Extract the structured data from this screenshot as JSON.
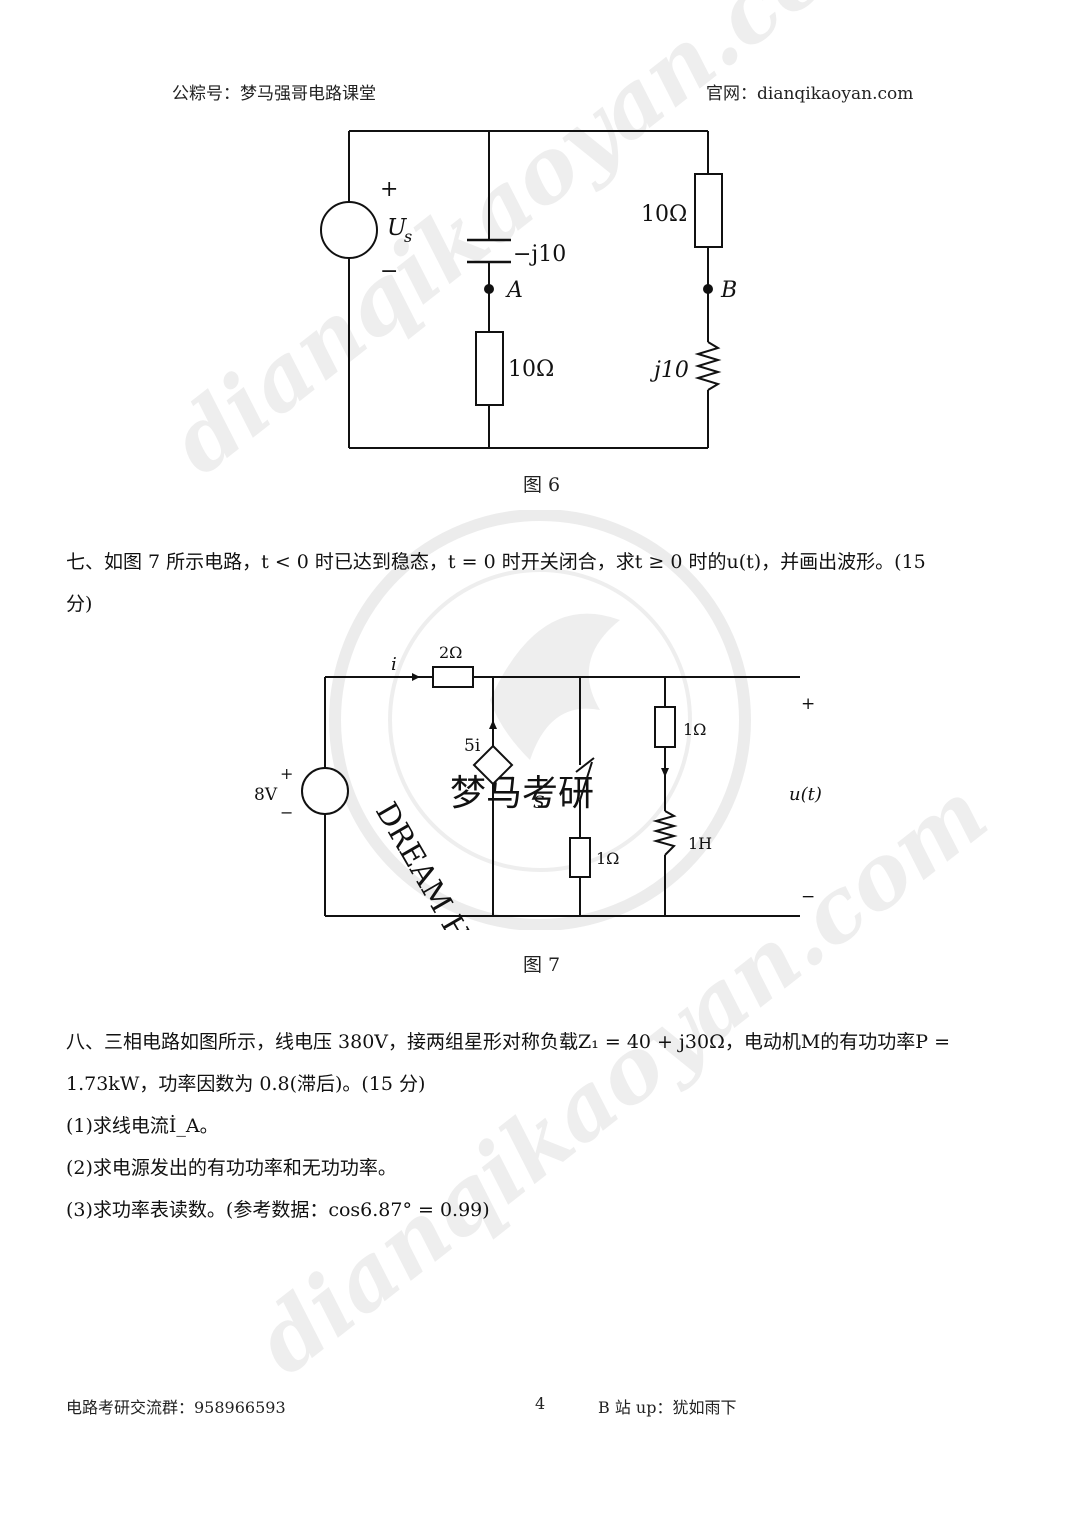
{
  "header": {
    "left": "公粽号：梦马强哥电路课堂",
    "right": "官网：dianqikaoyan.com"
  },
  "watermark": {
    "text": "dianqikaoyan.com",
    "seal_text": "梦马考研",
    "seal_ring": "DREAM HORSE"
  },
  "figure6": {
    "caption": "图 6",
    "source_plus": "+",
    "source_minus": "−",
    "source_label": "U",
    "source_sub": "s",
    "cap_label": "−j10",
    "node_a": "A",
    "node_b": "B",
    "res_left": "10Ω",
    "res_right": "10Ω",
    "ind_label": "j10"
  },
  "q7": {
    "line1": "七、如图 7 所示电路，t < 0 时已达到稳态，t = 0 时开关闭合，求t ≥ 0 时的u(t)，并画出波形。(15",
    "line2": "分)"
  },
  "figure7": {
    "caption": "图 7",
    "current_label": "i",
    "res_top": "2Ω",
    "dep_source": "5i",
    "source_value": "8V",
    "source_plus": "+",
    "source_minus": "−",
    "switch_label": "S",
    "res_switch": "1Ω",
    "res_right": "1Ω",
    "ind_right": "1H",
    "out_plus": "+",
    "out_minus": "−",
    "out_label": "u(t)"
  },
  "q8": {
    "line1": "八、三相电路如图所示，线电压 380V，接两组星形对称负载Z₁ = 40 + j30Ω，电动机M的有功功率P =",
    "line2": "1.73kW，功率因数为 0.8(滞后)。(15 分)",
    "item1": "(1)求线电流İ_A。",
    "item2": "(2)求电源发出的有功功率和无功功率。",
    "item3": "(3)求功率表读数。(参考数据：cos6.87° = 0.99)"
  },
  "footer": {
    "left": "电路考研交流群：958966593",
    "page": "4",
    "right": "B 站 up：犹如雨下"
  }
}
